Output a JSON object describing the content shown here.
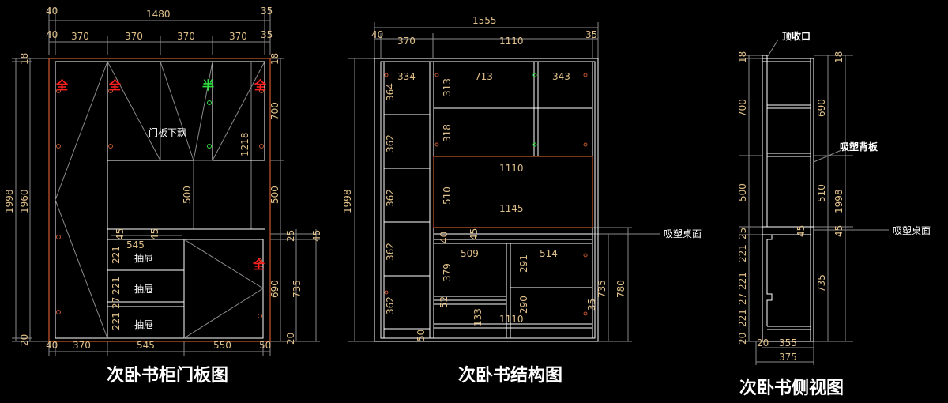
{
  "titles": {
    "door": "次卧书柜门板图",
    "structure": "次卧书结构图",
    "side": "次卧书侧视图"
  },
  "labels": {
    "door_drop": "门板下飘",
    "drawer1": "抽屉",
    "drawer2": "抽屉",
    "drawer3": "抽屉",
    "top_cap": "顶收口",
    "back_panel": "吸塑背板",
    "desk1": "吸塑桌面",
    "desk2": "吸塑桌面"
  },
  "marks": {
    "full": "全",
    "half": "半"
  },
  "door_dims": {
    "top_total": "1480",
    "top_l": "40",
    "top_r": "35",
    "row2_l": "40",
    "row2_r": "35",
    "row2": [
      "370",
      "370",
      "370",
      "370"
    ],
    "left_outer": "1998",
    "left_inner": "1960",
    "left_top": "18",
    "left_bot": "20",
    "inner_500": "500",
    "inner_1218": "1218",
    "inner_545": "545",
    "inner_45": "45",
    "inner_45b": "45",
    "drawers": [
      "221",
      "221",
      "27",
      "221"
    ],
    "right_18": "18",
    "right_700": "700",
    "right_500": "500",
    "right_25": "25",
    "right_45": "45",
    "right_690": "690",
    "right_735": "735",
    "right_20": "20",
    "bottom": [
      "40",
      "370",
      "545",
      "550",
      "50"
    ]
  },
  "struct_dims": {
    "top_total": "1555",
    "top_l": "40",
    "top_m": "370",
    "top_w": "1110",
    "top_r": "35",
    "left_outer": "1998",
    "left": [
      "364",
      "362",
      "362",
      "362",
      "362"
    ],
    "top_row": [
      "334",
      "713",
      "343"
    ],
    "mid_313": "313",
    "mid_318": "318",
    "w_1110": "1110",
    "h_510": "510",
    "w_1145": "1145",
    "d_40": "40",
    "d_45": "45",
    "low": [
      "509",
      "514"
    ],
    "low_379": "379",
    "low_291": "291",
    "low_52": "52",
    "low_290": "290",
    "low_133": "133",
    "low_1110": "1110",
    "low_35": "35",
    "low_50": "50",
    "r_735": "735",
    "r_780": "780"
  },
  "side_dims": {
    "l_18": "18",
    "l_700": "700",
    "l_500": "500",
    "l_25": "25",
    "l_221a": "221",
    "l_221b": "221",
    "l_27": "27",
    "l_221c": "221",
    "l_20": "20",
    "r_18": "18",
    "r_690": "690",
    "r_510": "510",
    "r_1998": "1998",
    "r_45a": "45",
    "r_45b": "45",
    "r_735": "735",
    "b_20": "20",
    "b_355": "355",
    "b_375": "375"
  },
  "colors": {
    "background": "#000000",
    "dimension": "#e0c08a",
    "outline_orange": "#c0542c",
    "line_white": "#ffffff",
    "mark_red": "#ff2020",
    "mark_green": "#30e040"
  }
}
